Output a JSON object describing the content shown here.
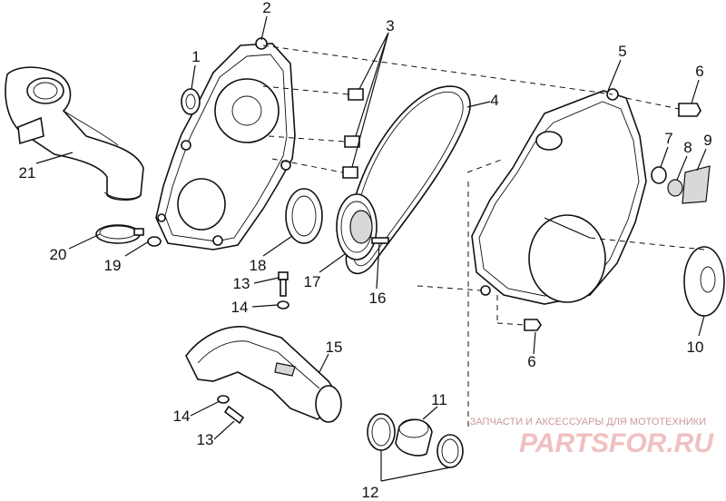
{
  "callouts": {
    "c1": "1",
    "c2": "2",
    "c3": "3",
    "c4": "4",
    "c5": "5",
    "c6a": "6",
    "c6b": "6",
    "c7": "7",
    "c8": "8",
    "c9": "9",
    "c10": "10",
    "c11": "11",
    "c12": "12",
    "c13a": "13",
    "c13b": "13",
    "c14a": "14",
    "c14b": "14",
    "c15": "15",
    "c16": "16",
    "c17": "17",
    "c18": "18",
    "c19": "19",
    "c20": "20",
    "c21": "21"
  },
  "watermark": {
    "tagline": "ЗАПЧАСТИ И АКСЕССУАРЫ ДЛЯ МОТОТЕХНИКИ",
    "brand": "PARTSFOR.RU"
  }
}
